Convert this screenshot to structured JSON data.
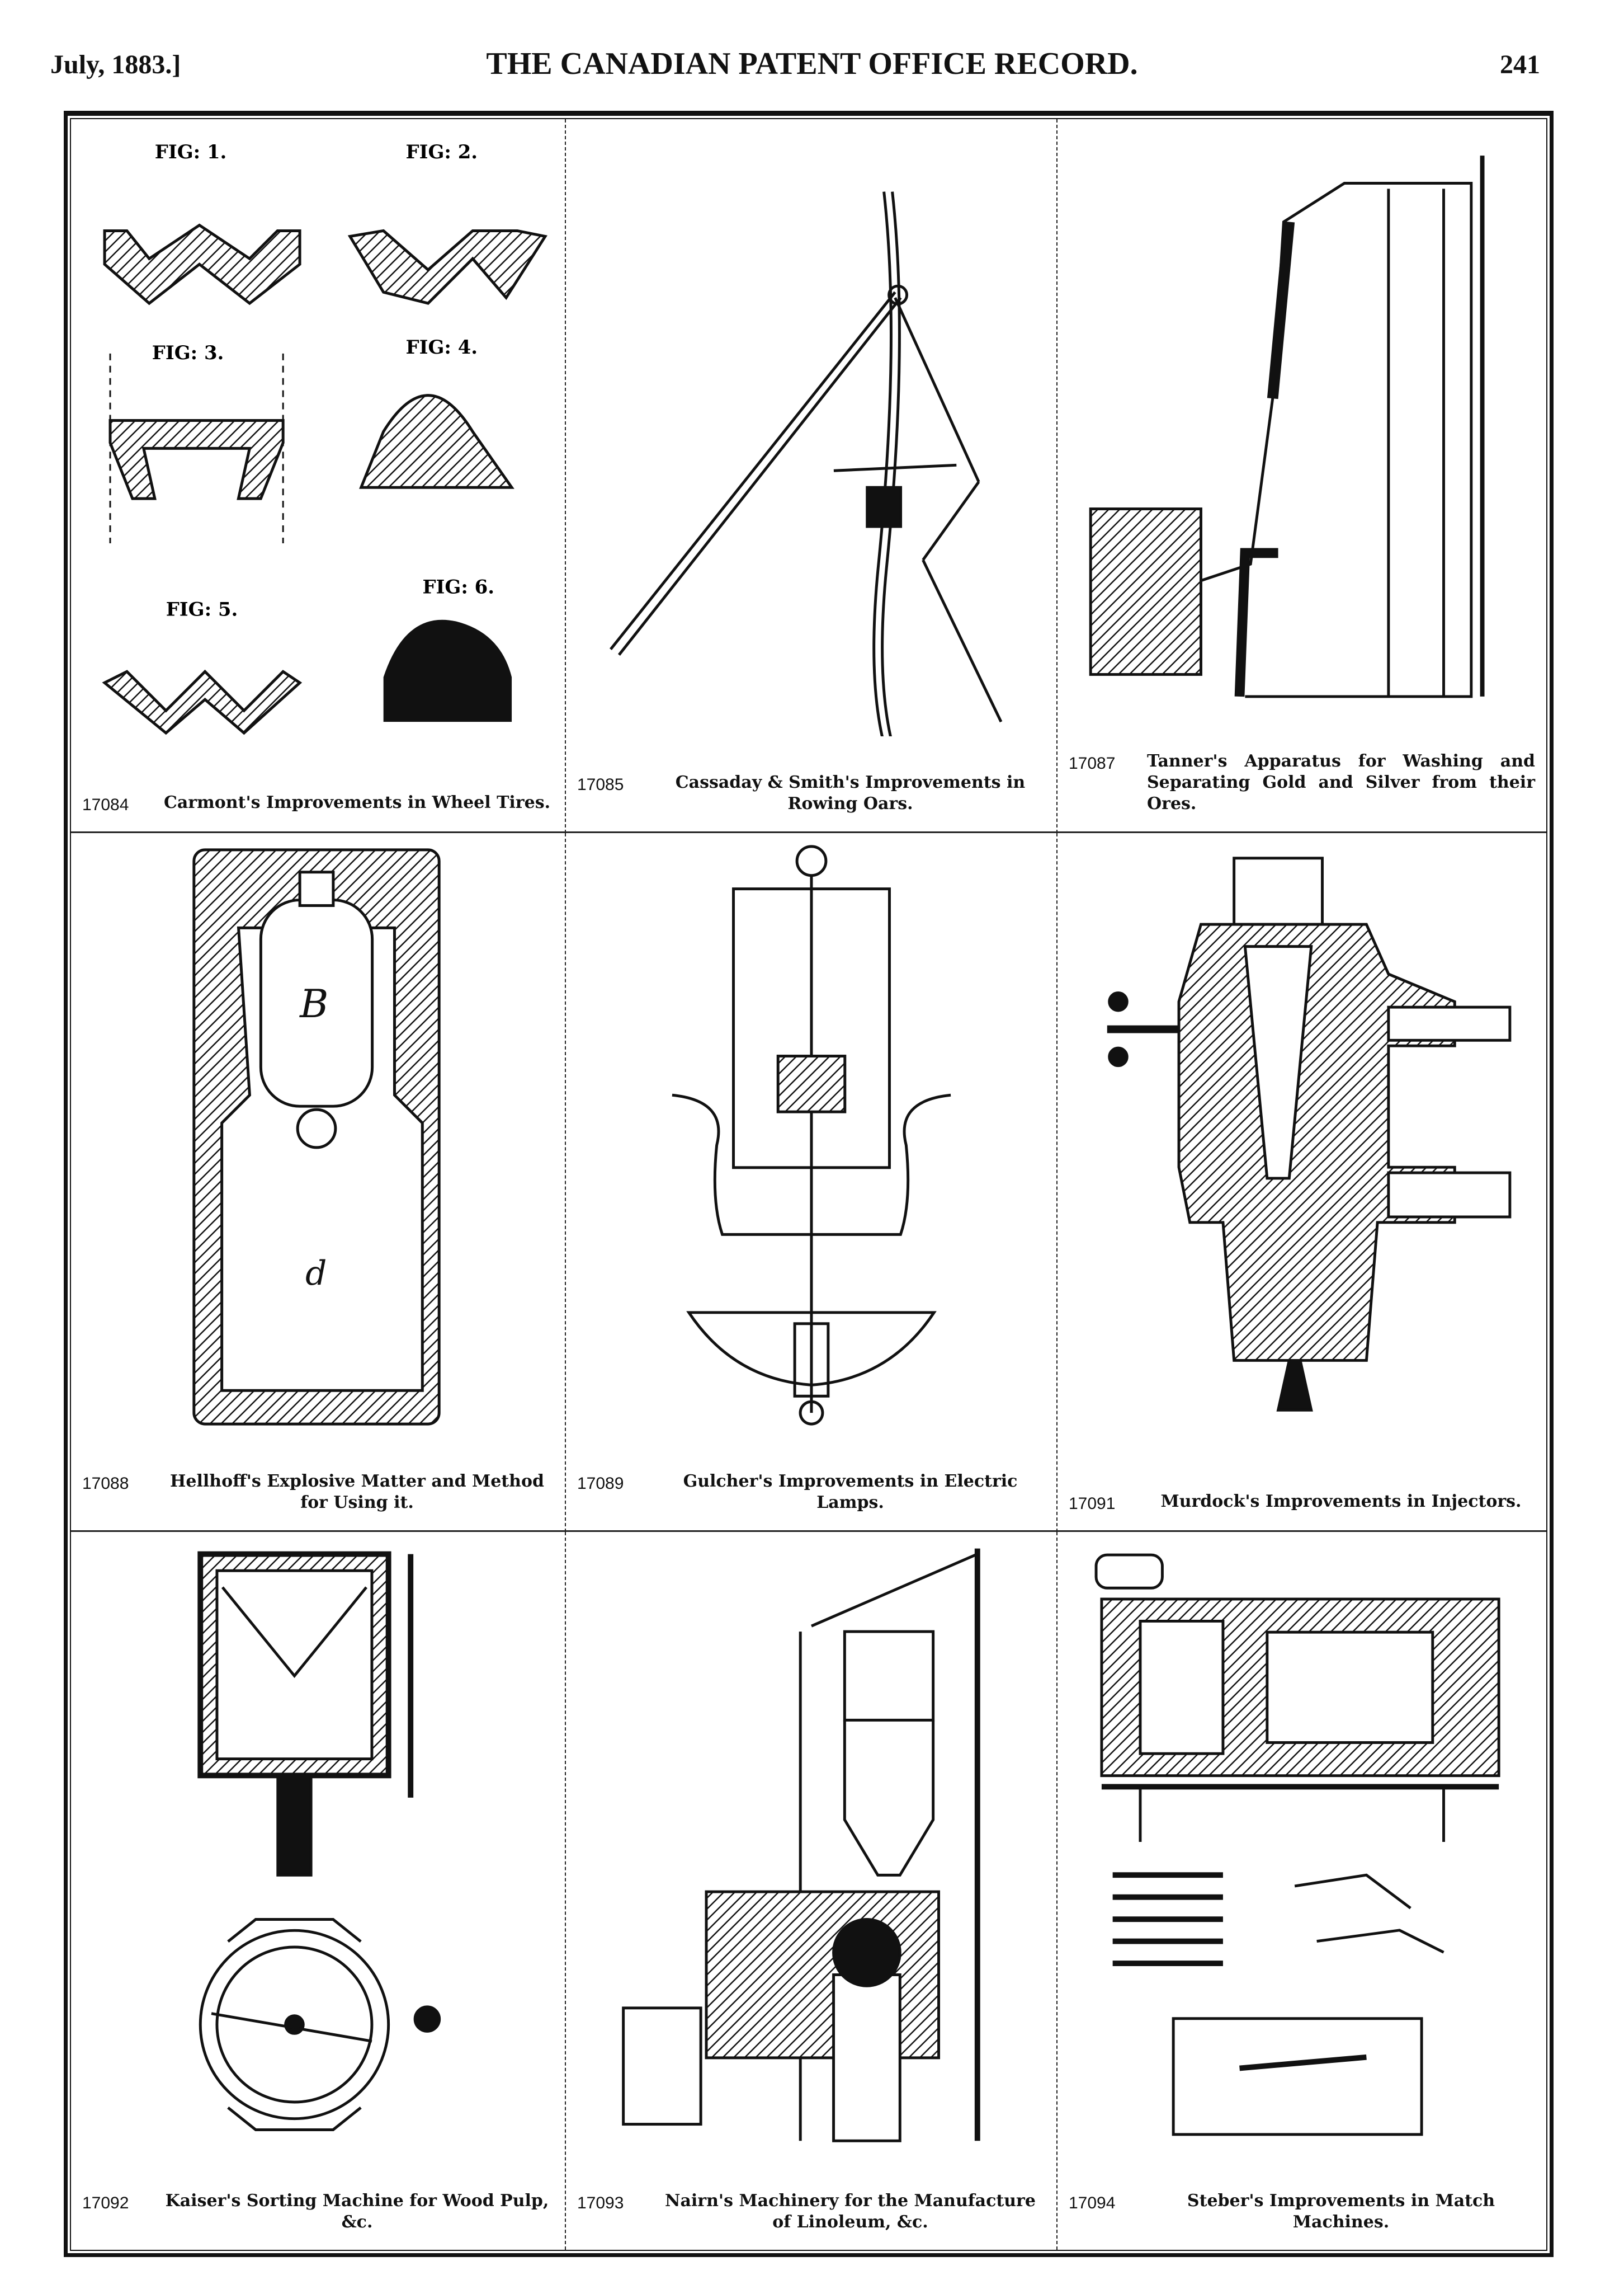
{
  "header": {
    "date": "July, 1883.]",
    "title": "THE CANADIAN PATENT OFFICE RECORD.",
    "page": "241"
  },
  "patents": [
    {
      "number": "17084",
      "title": "Carmont's Improvements in Wheel Tires.",
      "figures": [
        "FIG: 1.",
        "FIG: 2.",
        "FIG: 3.",
        "FIG: 4.",
        "FIG: 5.",
        "FIG: 6."
      ]
    },
    {
      "number": "17085",
      "title": "Cassaday & Smith's Improvements in Rowing Oars."
    },
    {
      "number": "17087",
      "title": "Tanner's Apparatus for Washing and Separating Gold and Silver from their Ores."
    },
    {
      "number": "17088",
      "title": "Hellhoff's Explosive Matter and Method for Using it."
    },
    {
      "number": "17089",
      "title": "Gulcher's Improvements in Electric Lamps."
    },
    {
      "number": "17091",
      "title": "Murdock's Improvements in Injectors."
    },
    {
      "number": "17092",
      "title": "Kaiser's Sorting Machine for Wood Pulp, &c."
    },
    {
      "number": "17093",
      "title": "Nairn's Machinery for the Manufacture of Linoleum, &c."
    },
    {
      "number": "17094",
      "title": "Steber's Improvements in Match Machines."
    }
  ]
}
